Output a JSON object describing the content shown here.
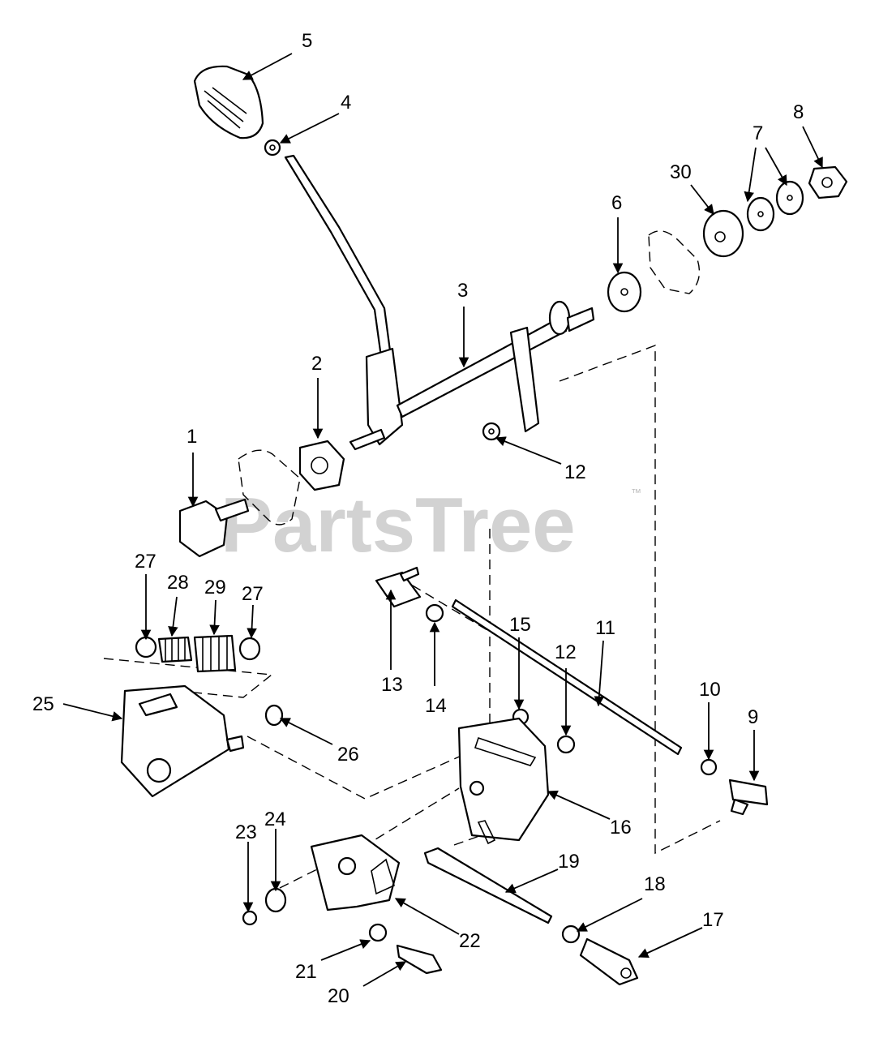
{
  "watermark": {
    "text": "PartsTree",
    "trademark": "™"
  },
  "callouts": [
    {
      "id": "1",
      "text": "1"
    },
    {
      "id": "2",
      "text": "2"
    },
    {
      "id": "3",
      "text": "3"
    },
    {
      "id": "4",
      "text": "4"
    },
    {
      "id": "5",
      "text": "5"
    },
    {
      "id": "6",
      "text": "6"
    },
    {
      "id": "7",
      "text": "7"
    },
    {
      "id": "8",
      "text": "8"
    },
    {
      "id": "9",
      "text": "9"
    },
    {
      "id": "10",
      "text": "10"
    },
    {
      "id": "11",
      "text": "11"
    },
    {
      "id": "12a",
      "text": "12"
    },
    {
      "id": "12b",
      "text": "12"
    },
    {
      "id": "13",
      "text": "13"
    },
    {
      "id": "14",
      "text": "14"
    },
    {
      "id": "15",
      "text": "15"
    },
    {
      "id": "16",
      "text": "16"
    },
    {
      "id": "17",
      "text": "17"
    },
    {
      "id": "18",
      "text": "18"
    },
    {
      "id": "19",
      "text": "19"
    },
    {
      "id": "20",
      "text": "20"
    },
    {
      "id": "21",
      "text": "21"
    },
    {
      "id": "22",
      "text": "22"
    },
    {
      "id": "23",
      "text": "23"
    },
    {
      "id": "24",
      "text": "24"
    },
    {
      "id": "25",
      "text": "25"
    },
    {
      "id": "26",
      "text": "26"
    },
    {
      "id": "27a",
      "text": "27"
    },
    {
      "id": "27b",
      "text": "27"
    },
    {
      "id": "28",
      "text": "28"
    },
    {
      "id": "29",
      "text": "29"
    },
    {
      "id": "30",
      "text": "30"
    }
  ]
}
